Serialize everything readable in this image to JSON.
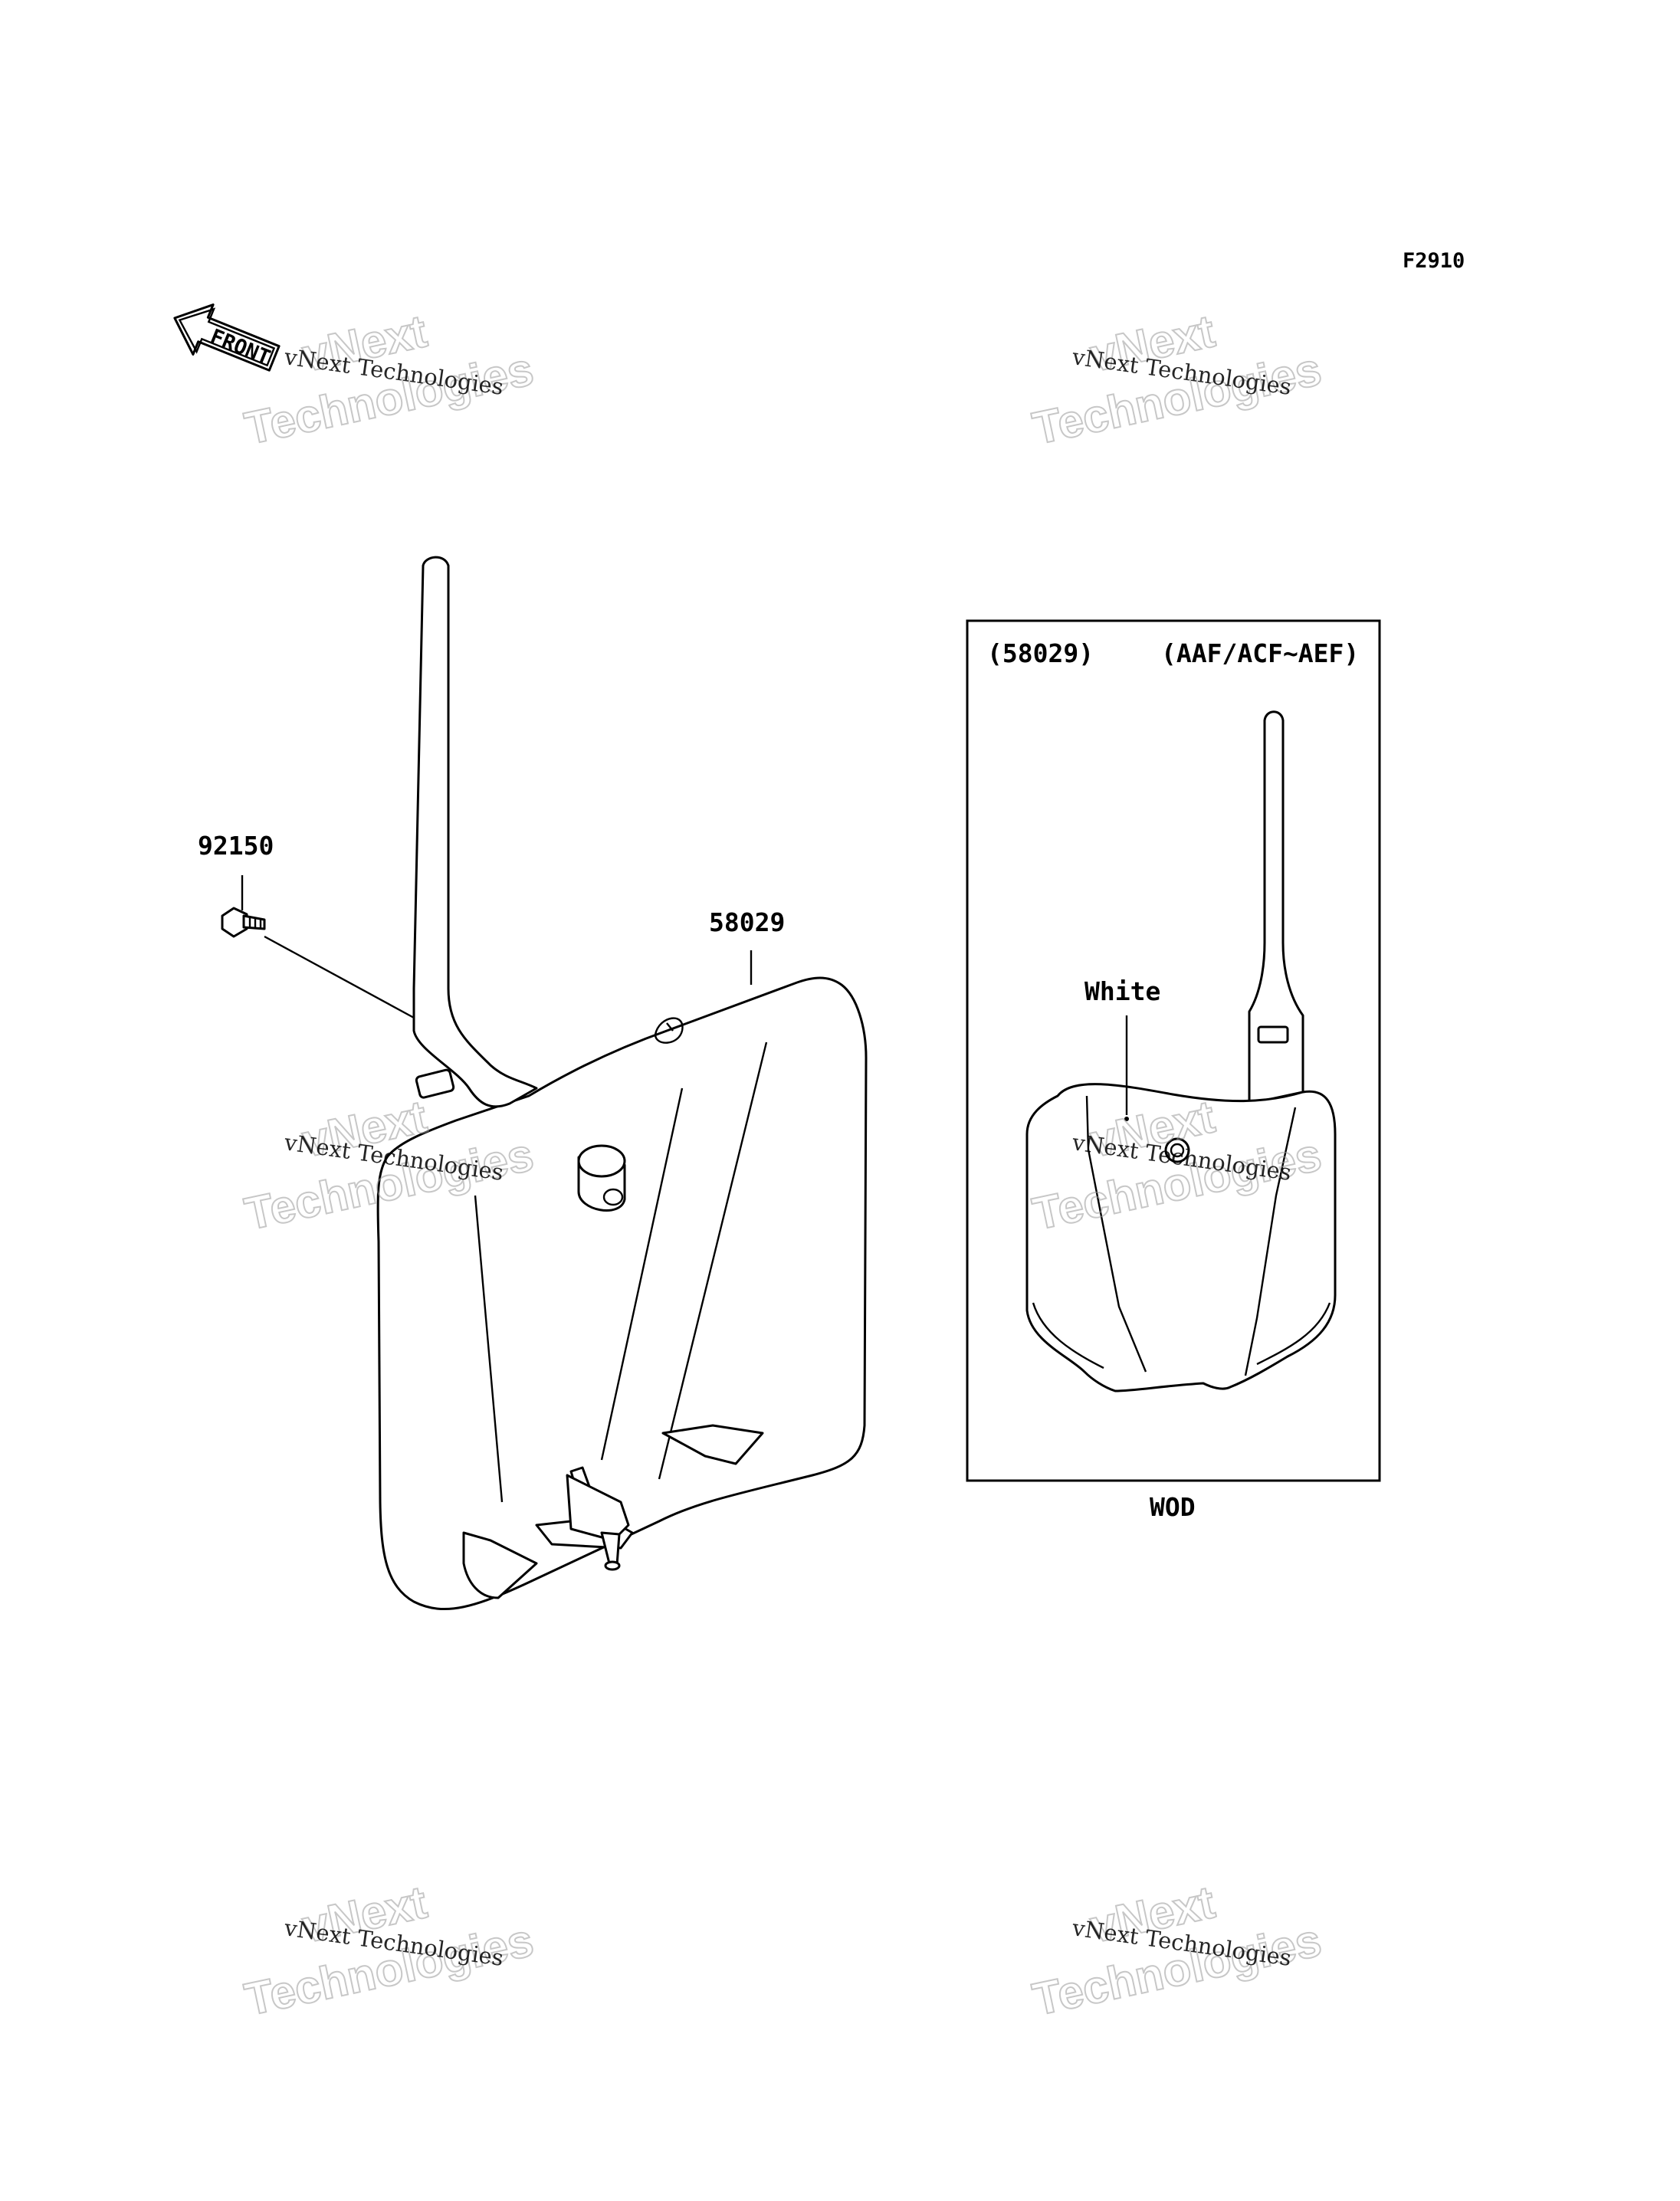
{
  "figure_code": "F2910",
  "front_arrow": {
    "label": "FRONT"
  },
  "callouts": {
    "bolt": "92150",
    "number_plate": "58029"
  },
  "inset": {
    "part_ref": "(58029)",
    "variants": "(AAF/ACF~AEF)",
    "color_note": "White",
    "caption": "WOD"
  },
  "watermark": {
    "small": "vNext Technologies",
    "line1": "vNext",
    "line2": "Technologies"
  }
}
